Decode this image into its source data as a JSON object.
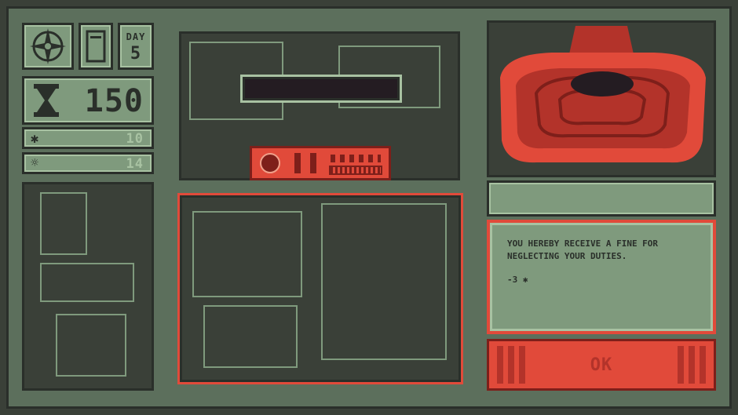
{
  "hud": {
    "day_label": "DAY",
    "day_value": "5",
    "time_value": "150",
    "credits_value": "10",
    "energy_value": "14"
  },
  "message": {
    "line1": "YOU HEREBY RECEIVE A FINE FOR",
    "line2": "NEGLECTING YOUR DUTIES.",
    "fine": "-3 ✱"
  },
  "buttons": {
    "ok": "OK"
  },
  "icons": {
    "compass": "compass-icon",
    "document": "document-icon",
    "hourglass": "hourglass-icon",
    "credits": "credits-icon",
    "energy": "energy-icon"
  },
  "colors": {
    "accent_red": "#e14a3a",
    "lcd_green": "#7f9a7d",
    "panel_dark": "#3a4038"
  }
}
